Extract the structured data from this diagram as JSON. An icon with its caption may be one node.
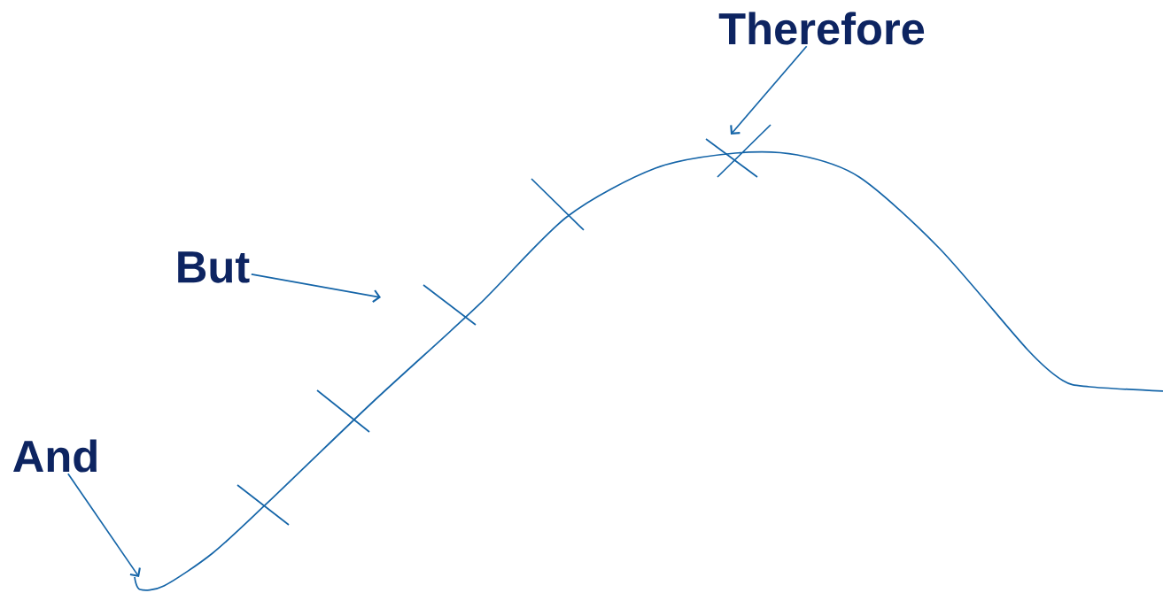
{
  "diagram": {
    "nodes": [
      {
        "text": [
          "And"
        ]
      },
      {
        "text": [
          "But"
        ]
      },
      {
        "text": [
          "Therefore"
        ]
      }
    ],
    "edges": [
      {
        "from": 0,
        "to": null,
        "arrow": "to"
      },
      {
        "from": 1,
        "to": null,
        "arrow": "to"
      },
      {
        "from": 2,
        "to": null,
        "arrow": "to"
      }
    ]
  }
}
